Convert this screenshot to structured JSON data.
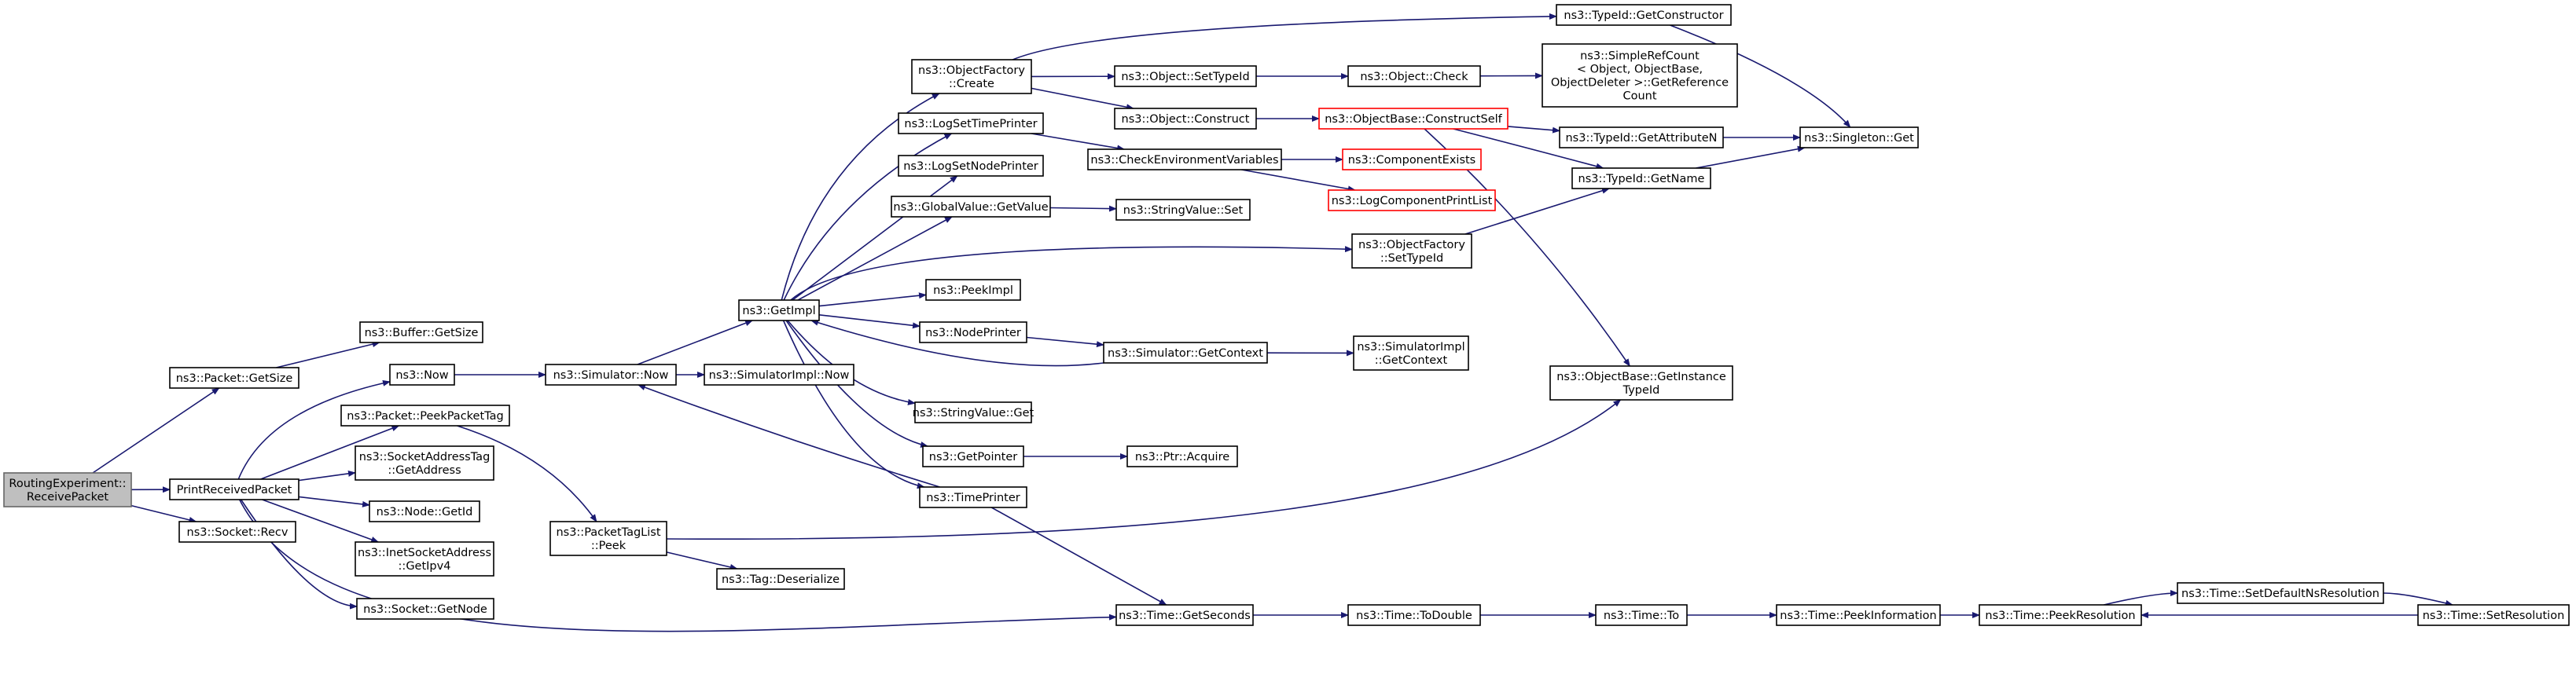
{
  "graph": {
    "edge_color": "#191970",
    "root_fill": "#bfbfbf",
    "undocumented_border": "#ff0000",
    "nodes": [
      {
        "id": "root",
        "lines": [
          "RoutingExperiment::",
          "ReceivePacket"
        ],
        "kind": "root"
      },
      {
        "id": "getsize",
        "lines": [
          "ns3::Packet::GetSize"
        ]
      },
      {
        "id": "printreceived",
        "lines": [
          "PrintReceivedPacket"
        ]
      },
      {
        "id": "socketrecv",
        "lines": [
          "ns3::Socket::Recv"
        ]
      },
      {
        "id": "buffergetsize",
        "lines": [
          "ns3::Buffer::GetSize"
        ]
      },
      {
        "id": "now",
        "lines": [
          "ns3::Now"
        ]
      },
      {
        "id": "peekpackettag",
        "lines": [
          "ns3::Packet::PeekPacketTag"
        ]
      },
      {
        "id": "socketaddresstag",
        "lines": [
          "ns3::SocketAddressTag",
          "::GetAddress"
        ]
      },
      {
        "id": "nodegetid",
        "lines": [
          "ns3::Node::GetId"
        ]
      },
      {
        "id": "inetgetipv4",
        "lines": [
          "ns3::InetSocketAddress",
          "::GetIpv4"
        ]
      },
      {
        "id": "socketgetnode",
        "lines": [
          "ns3::Socket::GetNode"
        ]
      },
      {
        "id": "simnow",
        "lines": [
          "ns3::Simulator::Now"
        ]
      },
      {
        "id": "simimplnow",
        "lines": [
          "ns3::SimulatorImpl::Now"
        ]
      },
      {
        "id": "packettaglistpeek",
        "lines": [
          "ns3::PacketTagList",
          "::Peek"
        ]
      },
      {
        "id": "tagdeserialize",
        "lines": [
          "ns3::Tag::Deserialize"
        ]
      },
      {
        "id": "getimpl",
        "lines": [
          "ns3::GetImpl"
        ]
      },
      {
        "id": "objfactorycreate",
        "lines": [
          "ns3::ObjectFactory",
          "::Create"
        ]
      },
      {
        "id": "logsettimeprinter",
        "lines": [
          "ns3::LogSetTimePrinter"
        ]
      },
      {
        "id": "logsetnodeprinter",
        "lines": [
          "ns3::LogSetNodePrinter"
        ]
      },
      {
        "id": "globalvaluegetvalue",
        "lines": [
          "ns3::GlobalValue::GetValue"
        ]
      },
      {
        "id": "peekimpl",
        "lines": [
          "ns3::PeekImpl"
        ]
      },
      {
        "id": "nodeprinter",
        "lines": [
          "ns3::NodePrinter"
        ]
      },
      {
        "id": "stringvalueget",
        "lines": [
          "ns3::StringValue::Get"
        ]
      },
      {
        "id": "getpointer",
        "lines": [
          "ns3::GetPointer"
        ]
      },
      {
        "id": "timeprinter",
        "lines": [
          "ns3::TimePrinter"
        ]
      },
      {
        "id": "objectsettypeid",
        "lines": [
          "ns3::Object::SetTypeId"
        ]
      },
      {
        "id": "objectconstruct",
        "lines": [
          "ns3::Object::Construct"
        ]
      },
      {
        "id": "checkenv",
        "lines": [
          "ns3::CheckEnvironmentVariables"
        ]
      },
      {
        "id": "stringvalueset",
        "lines": [
          "ns3::StringValue::Set"
        ]
      },
      {
        "id": "objfactorysettypeid",
        "lines": [
          "ns3::ObjectFactory",
          "::SetTypeId"
        ]
      },
      {
        "id": "simgetcontext",
        "lines": [
          "ns3::Simulator::GetContext"
        ]
      },
      {
        "id": "ptracquire",
        "lines": [
          "ns3::Ptr::Acquire"
        ]
      },
      {
        "id": "timegetseconds",
        "lines": [
          "ns3::Time::GetSeconds"
        ]
      },
      {
        "id": "typeidgetconstructor",
        "lines": [
          "ns3::TypeId::GetConstructor"
        ]
      },
      {
        "id": "objectcheck",
        "lines": [
          "ns3::Object::Check"
        ]
      },
      {
        "id": "objbaseconstructself",
        "lines": [
          "ns3::ObjectBase::ConstructSelf"
        ],
        "kind": "undoc"
      },
      {
        "id": "componentexists",
        "lines": [
          "ns3::ComponentExists"
        ],
        "kind": "undoc"
      },
      {
        "id": "logcomponentprintlist",
        "lines": [
          "ns3::LogComponentPrintList"
        ],
        "kind": "undoc"
      },
      {
        "id": "simimplgetcontext",
        "lines": [
          "ns3::SimulatorImpl",
          "::GetContext"
        ]
      },
      {
        "id": "timetodouble",
        "lines": [
          "ns3::Time::ToDouble"
        ]
      },
      {
        "id": "simplerefcount",
        "lines": [
          "ns3::SimpleRefCount",
          "< Object, ObjectBase,",
          "ObjectDeleter >::GetReference",
          "Count"
        ]
      },
      {
        "id": "typeidgetattributen",
        "lines": [
          "ns3::TypeId::GetAttributeN"
        ]
      },
      {
        "id": "typeidgetname",
        "lines": [
          "ns3::TypeId::GetName"
        ]
      },
      {
        "id": "objbasegetinstancetypeid",
        "lines": [
          "ns3::ObjectBase::GetInstance",
          "TypeId"
        ]
      },
      {
        "id": "timeto",
        "lines": [
          "ns3::Time::To"
        ]
      },
      {
        "id": "singletonget",
        "lines": [
          "ns3::Singleton::Get"
        ]
      },
      {
        "id": "timepeekinformation",
        "lines": [
          "ns3::Time::PeekInformation"
        ]
      },
      {
        "id": "timepeekresolution",
        "lines": [
          "ns3::Time::PeekResolution"
        ]
      },
      {
        "id": "timesetdefaultns",
        "lines": [
          "ns3::Time::SetDefaultNsResolution"
        ]
      },
      {
        "id": "timesetresolution",
        "lines": [
          "ns3::Time::SetResolution"
        ]
      }
    ]
  }
}
